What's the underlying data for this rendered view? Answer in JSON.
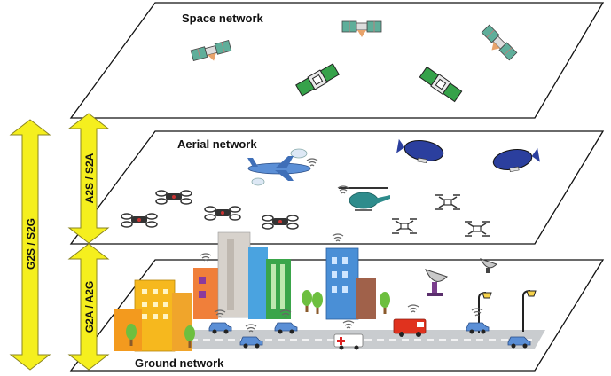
{
  "layers": {
    "space": {
      "label": "Space network"
    },
    "aerial": {
      "label": "Aerial network"
    },
    "ground": {
      "label": "Ground network"
    }
  },
  "links": {
    "g2s": {
      "label": "G2S / S2G",
      "color": "#f5ef1e"
    },
    "a2s": {
      "label": "A2S / S2A",
      "color": "#f5ef1e"
    },
    "g2a": {
      "label": "G2A / A2G",
      "color": "#f5ef1e"
    }
  },
  "colors": {
    "plane_stroke": "#111111",
    "plane_fill": "#ffffff",
    "road": "#c9cccf",
    "satellite_panel": "#5fae9a",
    "satellite_panel_green": "#36a24a",
    "airship": "#2b3f9e",
    "aircraft": "#5b8fd6",
    "helicopter": "#2e8c8c"
  },
  "icons": {
    "satellite": "satellite-icon",
    "drone": "drone-icon",
    "airship": "airship-icon",
    "airplane": "airplane-icon",
    "helicopter": "helicopter-icon",
    "building": "building-icon",
    "car": "car-icon",
    "dish": "satellite-dish-icon",
    "tree": "tree-icon",
    "streetlight": "streetlight-icon"
  }
}
